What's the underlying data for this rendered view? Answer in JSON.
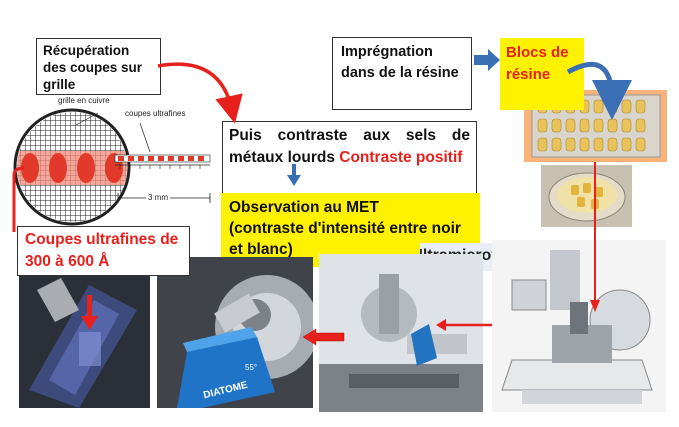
{
  "boxes": {
    "recovery": "Récupération des coupes sur grille",
    "impregnation": "Imprégnation dans de la résine",
    "blocks": "Blocs de résine",
    "contrast_main": "Puis contraste aux sels de métaux lourds",
    "contrast_accent": "Contraste positif",
    "observation_title": "Observation au MET",
    "observation_detail": "(contraste d'intensité entre noir et blanc)",
    "ultrathin": "Coupes ultrafines de 300 à 600 Å",
    "microtomy": "Ultramicrotomie"
  },
  "grid_labels": {
    "copper_grid": "grille en cuivre",
    "ultrathin_sections": "coupes ultrafines",
    "scale": "3 mm"
  },
  "photo_labels": {
    "knife_brand": "DIATOME",
    "knife_angle": "55°"
  },
  "colors": {
    "accent_red": "#e8201b",
    "yellow": "#fff200",
    "arrow_blue": "#3a6fb5",
    "orange": "#f4a460"
  }
}
